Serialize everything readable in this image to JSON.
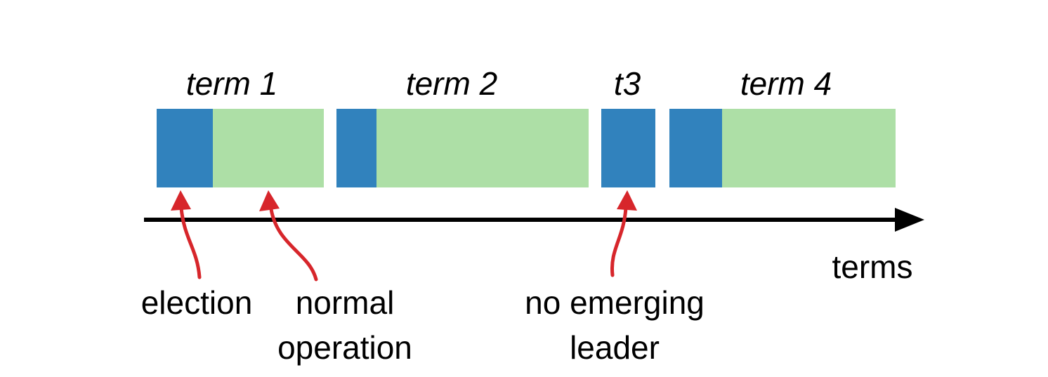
{
  "colors": {
    "election": "#3182bd",
    "normal_operation": "#addfa6",
    "annotation_arrow": "#d7262b",
    "axis": "#000000"
  },
  "terms": [
    {
      "label": "term 1",
      "phases": [
        "election",
        "normal_operation"
      ]
    },
    {
      "label": "term 2",
      "phases": [
        "election",
        "normal_operation"
      ]
    },
    {
      "label": "t3",
      "phases": [
        "election"
      ]
    },
    {
      "label": "term 4",
      "phases": [
        "election",
        "normal_operation"
      ]
    }
  ],
  "axis": {
    "label": "terms"
  },
  "annotations": {
    "election": [
      "election"
    ],
    "normal_operation": [
      "normal",
      "operation"
    ],
    "no_leader": [
      "no emerging",
      "leader"
    ]
  }
}
